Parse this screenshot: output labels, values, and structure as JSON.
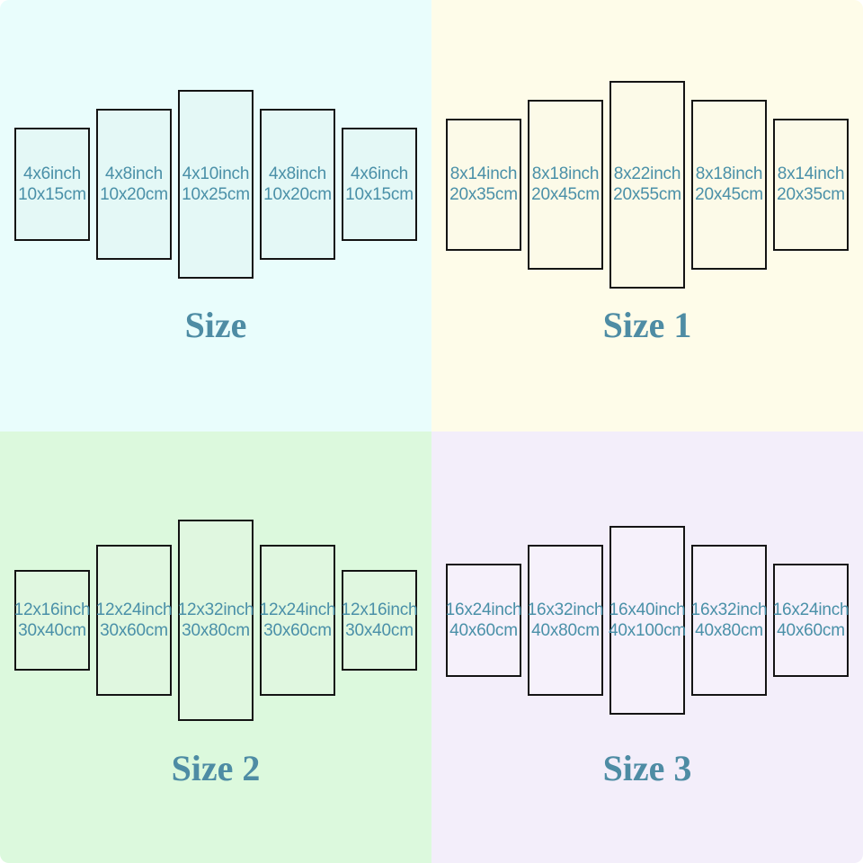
{
  "colors": {
    "title_text": "#4e8ca4",
    "label_text": "#4a90a8",
    "panel_border": "#141414",
    "page_bg": "#ffffff",
    "quadrant_bg_top_left": "#e9fdfc",
    "quadrant_bg_top_right": "#fefce9",
    "quadrant_bg_bottom_left": "#dcf9dd",
    "quadrant_bg_bottom_right": "#f3eefa"
  },
  "quadrants": [
    {
      "title": "Size",
      "bg": "#e9fdfc",
      "panel_bg": "#e4f8f6",
      "panels": [
        {
          "inch": "4x6inch",
          "cm": "10x15cm",
          "w_in": 4,
          "h_in": 6
        },
        {
          "inch": "4x8inch",
          "cm": "10x20cm",
          "w_in": 4,
          "h_in": 8
        },
        {
          "inch": "4x10inch",
          "cm": "10x25cm",
          "w_in": 4,
          "h_in": 10
        },
        {
          "inch": "4x8inch",
          "cm": "10x20cm",
          "w_in": 4,
          "h_in": 8
        },
        {
          "inch": "4x6inch",
          "cm": "10x15cm",
          "w_in": 4,
          "h_in": 6
        }
      ]
    },
    {
      "title": "Size 1",
      "bg": "#fefce9",
      "panel_bg": "#fcfae8",
      "panels": [
        {
          "inch": "8x14inch",
          "cm": "20x35cm",
          "w_in": 8,
          "h_in": 14
        },
        {
          "inch": "8x18inch",
          "cm": "20x45cm",
          "w_in": 8,
          "h_in": 18
        },
        {
          "inch": "8x22inch",
          "cm": "20x55cm",
          "w_in": 8,
          "h_in": 22
        },
        {
          "inch": "8x18inch",
          "cm": "20x45cm",
          "w_in": 8,
          "h_in": 18
        },
        {
          "inch": "8x14inch",
          "cm": "20x35cm",
          "w_in": 8,
          "h_in": 14
        }
      ]
    },
    {
      "title": "Size 2",
      "bg": "#dcf9dd",
      "panel_bg": "#e0f7e0",
      "panels": [
        {
          "inch": "12x16inch",
          "cm": "30x40cm",
          "w_in": 12,
          "h_in": 16
        },
        {
          "inch": "12x24inch",
          "cm": "30x60cm",
          "w_in": 12,
          "h_in": 24
        },
        {
          "inch": "12x32inch",
          "cm": "30x80cm",
          "w_in": 12,
          "h_in": 32
        },
        {
          "inch": "12x24inch",
          "cm": "30x60cm",
          "w_in": 12,
          "h_in": 24
        },
        {
          "inch": "12x16inch",
          "cm": "30x40cm",
          "w_in": 12,
          "h_in": 16
        }
      ]
    },
    {
      "title": "Size 3",
      "bg": "#f3eefa",
      "panel_bg": "#f6f1fb",
      "panels": [
        {
          "inch": "16x24inch",
          "cm": "40x60cm",
          "w_in": 16,
          "h_in": 24
        },
        {
          "inch": "16x32inch",
          "cm": "40x80cm",
          "w_in": 16,
          "h_in": 32
        },
        {
          "inch": "16x40inch",
          "cm": "40x100cm",
          "w_in": 16,
          "h_in": 40
        },
        {
          "inch": "16x32inch",
          "cm": "40x80cm",
          "w_in": 16,
          "h_in": 32
        },
        {
          "inch": "16x24inch",
          "cm": "40x60cm",
          "w_in": 16,
          "h_in": 24
        }
      ]
    }
  ]
}
